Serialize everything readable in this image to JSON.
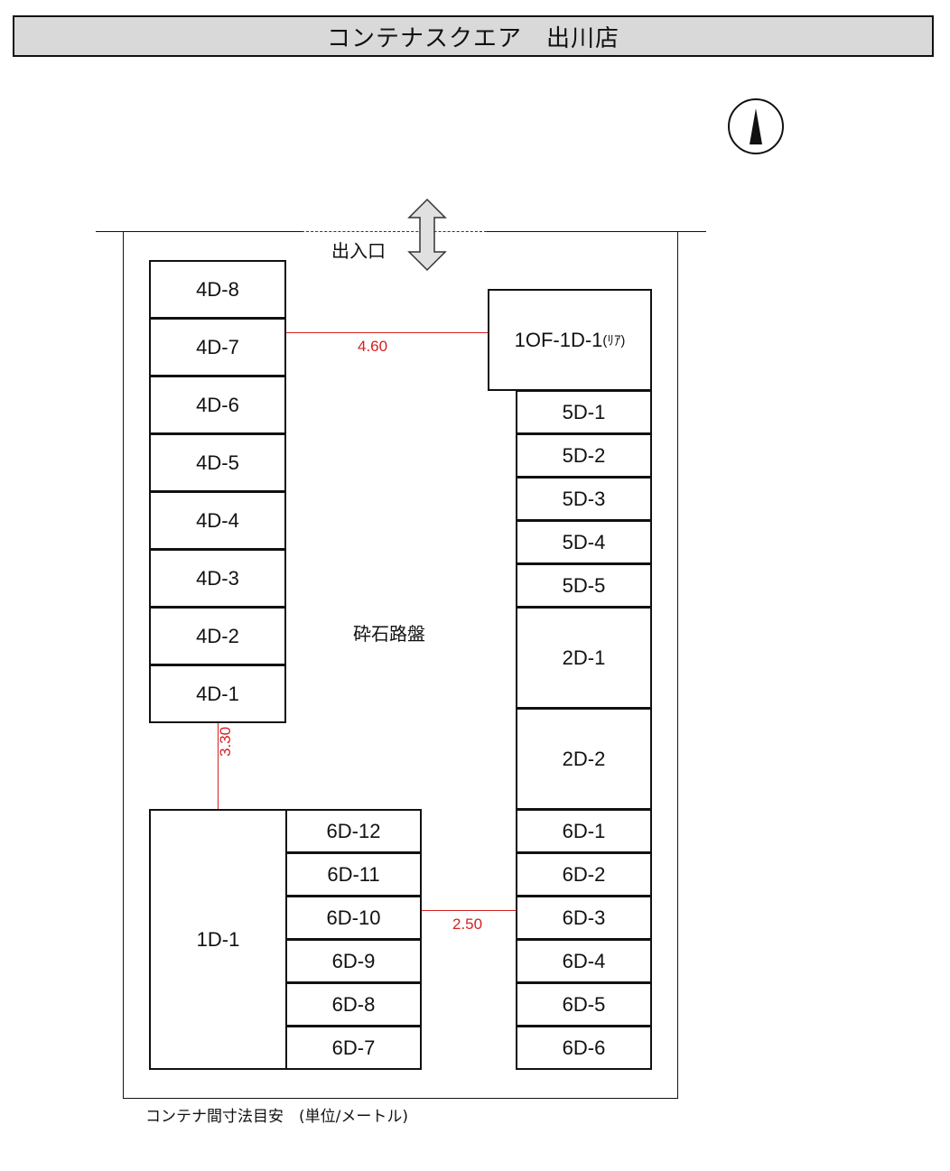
{
  "title": "コンテナスクエア　出川店",
  "compass": "north-arrow-icon",
  "entrance": {
    "label": "出入口",
    "icon": "double-arrow-vertical-icon"
  },
  "ground_label": "砕石路盤",
  "units": {
    "left_column": [
      "4D-8",
      "4D-7",
      "4D-6",
      "4D-5",
      "4D-4",
      "4D-3",
      "4D-2",
      "4D-1"
    ],
    "rear_unit": "1OF-1D-1",
    "rear_unit_suffix": "(ﾘｱ)",
    "right_column_5d": [
      "5D-1",
      "5D-2",
      "5D-3",
      "5D-4",
      "5D-5"
    ],
    "right_column_2d": [
      "2D-1",
      "2D-2"
    ],
    "right_column_6d": [
      "6D-1",
      "6D-2",
      "6D-3",
      "6D-4",
      "6D-5",
      "6D-6"
    ],
    "bottom_large": "1D-1",
    "bottom_middle_6d": [
      "6D-12",
      "6D-11",
      "6D-10",
      "6D-9",
      "6D-8",
      "6D-7"
    ]
  },
  "dimensions": {
    "top_gap": "4.60",
    "left_gap": "3.30",
    "bottom_gap": "2.50"
  },
  "footnote": "コンテナ間寸法目安　(単位/メートル)"
}
